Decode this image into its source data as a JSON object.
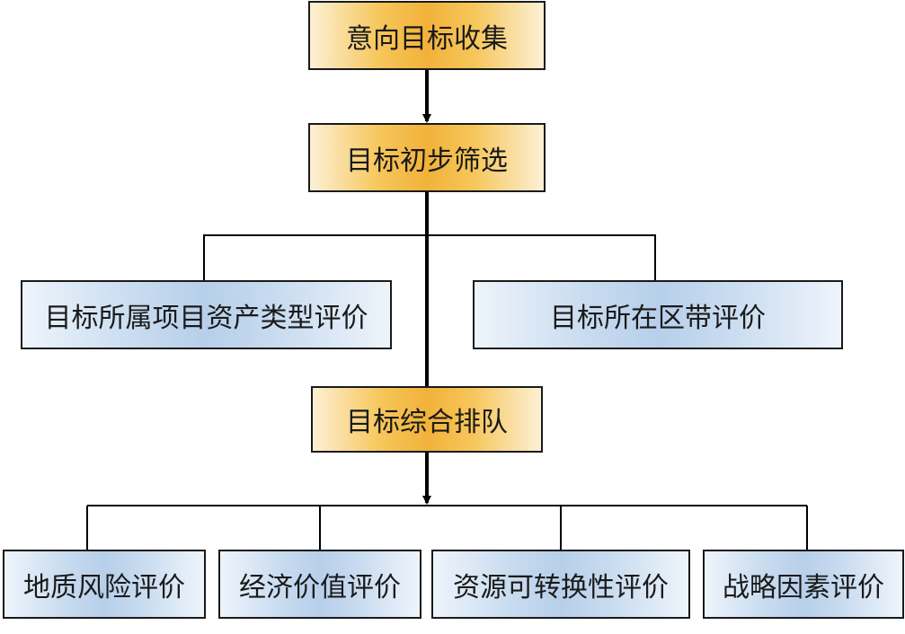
{
  "diagram": {
    "collect": "意向目标收集",
    "screening": "目标初步筛选",
    "asset_type_eval": "目标所属项目资产类型评价",
    "zone_eval": "目标所在区带评价",
    "ranking": "目标综合排队",
    "geo_risk_eval": "地质风险评价",
    "economic_eval": "经济价值评价",
    "resource_eval": "资源可转换性评价",
    "strategy_eval": "战略因素评价"
  },
  "colors": {
    "process_box": "#f2b23a",
    "evaluation_box": "#b7cfea",
    "line": "#000000"
  }
}
